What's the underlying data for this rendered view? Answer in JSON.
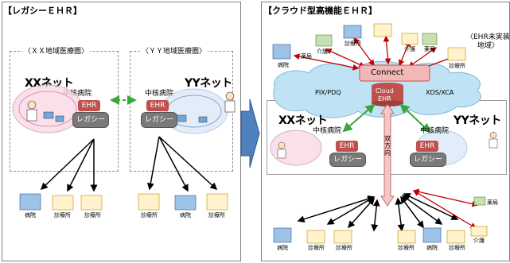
{
  "left": {
    "title": "【レガシーＥＨＲ】",
    "region_xx": "〈ＸＸ地域医療圏〉",
    "region_yy": "〈ＹＹ地域医療圏〉",
    "xx_net": "XXネット",
    "yy_net": "YYネット",
    "core_hospital": "中核病院",
    "ehr": "EHR",
    "legacy": "レガシー",
    "hospital": "病院",
    "clinic": "診療所"
  },
  "right": {
    "title": "【クラウド型高機能ＥＨＲ】",
    "not_implemented": "〈EHR未実装地域〉",
    "connect": "Connect",
    "cloud_ehr": "Cloud EHR",
    "pix_pdq": "PIX/PDQ",
    "xds_xca": "XDS/XCA",
    "bidirectional": "双方向",
    "xx_net": "XXネット",
    "yy_net": "YYネット",
    "core_hospital": "中核病院",
    "ehr": "EHR",
    "legacy": "レガシー",
    "hospital": "病院",
    "clinic": "診療所",
    "care": "介護",
    "pharmacy": "薬局"
  },
  "colors": {
    "ehr_red": "#c0504d",
    "cloud_blue": "#bfe3f5",
    "connect_pink": "#f2b8b8",
    "arrow_blue": "#4f81bd",
    "green_arrow": "#4caf50",
    "red_arrow": "#c00000"
  }
}
